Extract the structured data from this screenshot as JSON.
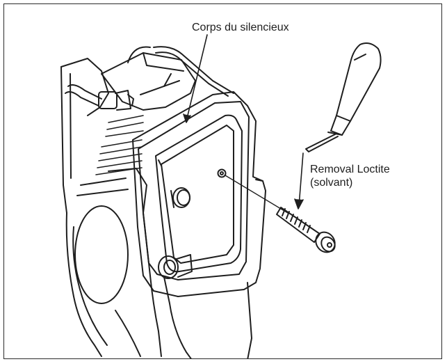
{
  "labels": {
    "muffler_body": "Corps du silencieux",
    "loctite_line1": "Removal Loctite",
    "loctite_line2": "(solvant)"
  },
  "colors": {
    "line": "#1e1e1e",
    "background": "#ffffff"
  }
}
